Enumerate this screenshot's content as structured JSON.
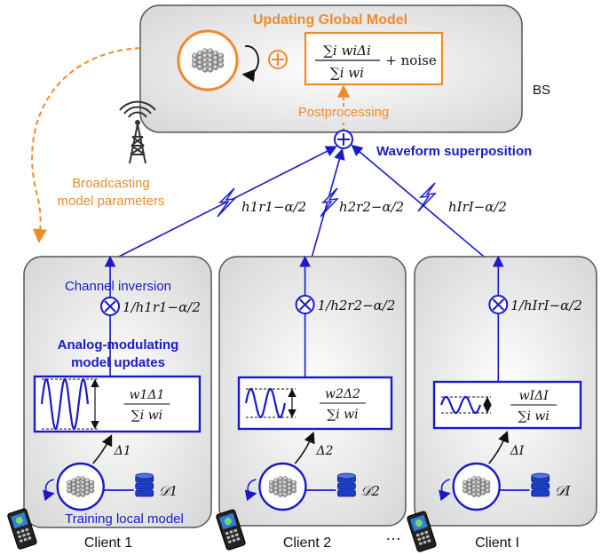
{
  "colors": {
    "orange": "#f08a2c",
    "blue": "#1a1ac8",
    "panel_fill": "#e6e6e6",
    "panel_stroke": "#555555",
    "dark": "#111111"
  },
  "bs": {
    "title": "Updating Global Model",
    "label": "BS",
    "postprocessing": "Postprocessing",
    "waveform": "Waveform superposition",
    "formula_num": "∑i wiΔi",
    "formula_den": "∑i wi",
    "formula_tail": "+ noise",
    "plus_symbol": "⊕",
    "sum_symbol": "+"
  },
  "broadcast": {
    "line1": "Broadcasting",
    "line2": "model parameters"
  },
  "channels": [
    {
      "label": "h1r1−α/2"
    },
    {
      "label": "h2r2−α/2"
    },
    {
      "label": "hIrI−α/2"
    }
  ],
  "client1_extra": {
    "channel_inversion": "Channel inversion",
    "analog_line1": "Analog-modulating",
    "analog_line2": "model updates",
    "training": "Training local model"
  },
  "clients": [
    {
      "name": "Client 1",
      "inv": "1/h1r1−α/2",
      "w": "w1Δ1",
      "den": "∑i wi",
      "delta": "Δ1",
      "data": "𝒟1"
    },
    {
      "name": "Client 2",
      "inv": "1/h2r2−α/2",
      "w": "w2Δ2",
      "den": "∑i wi",
      "delta": "Δ2",
      "data": "𝒟2"
    },
    {
      "name": "Client I",
      "inv": "1/hIrI−α/2",
      "w": "wIΔI",
      "den": "∑i wi",
      "delta": "ΔI",
      "data": "𝒟I"
    }
  ],
  "ellipsis": "…",
  "icons": [
    "base-station-tower-icon",
    "neural-network-icon",
    "database-icon",
    "mobile-phone-icon",
    "lightning-bolt-icon",
    "multiplier-icon",
    "adder-icon",
    "loop-arrow-icon"
  ]
}
